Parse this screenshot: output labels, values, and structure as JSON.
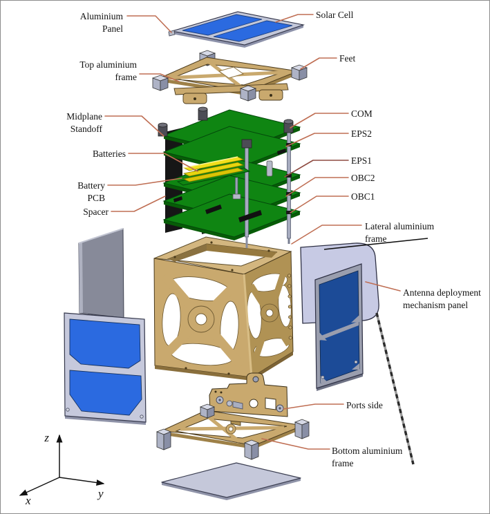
{
  "diagram": {
    "type": "exploded-view",
    "subject": "CubeSat structure exploded view with component callouts",
    "labels": {
      "aluminium_panel_1": "Aluminium",
      "aluminium_panel_2": "Panel",
      "solar_cell": "Solar Cell",
      "top_frame_1": "Top aluminium",
      "top_frame_2": "frame",
      "feet": "Feet",
      "midplane_1": "Midplane",
      "midplane_2": "Standoff",
      "com": "COM",
      "eps2": "EPS2",
      "batteries": "Batteries",
      "eps1": "EPS1",
      "battery_pcb_1": "Battery",
      "battery_pcb_2": "PCB",
      "obc2": "OBC2",
      "spacer": "Spacer",
      "obc1": "OBC1",
      "lateral_frame_1": "Lateral aluminium",
      "lateral_frame_2": "frame",
      "antenna_panel_1": "Antenna deployment",
      "antenna_panel_2": "mechanism panel",
      "ports_side": "Ports side",
      "bottom_frame_1": "Bottom aluminium",
      "bottom_frame_2": "frame"
    },
    "axes": {
      "x": "x",
      "y": "y",
      "z": "z"
    },
    "colors": {
      "leader_line": "#bf6e53",
      "leader_line_dark": "#8e4a40",
      "solar_cell_blue": "#2b6ae0",
      "solar_cell_navy": "#1c4b97",
      "pcb_green": "#0f8512",
      "pcb_green_edge": "#075c07",
      "battery_yellow": "#f0df1a",
      "aluminium_tan": "#c9a96e",
      "aluminium_tan_dark": "#9e8148",
      "panel_lavender": "#c6c9dc",
      "metal_grey": "#a6abbf",
      "spacer_black": "#161616"
    },
    "components": [
      "Aluminium Panel",
      "Solar Cell",
      "Top aluminium frame",
      "Feet",
      "Midplane Standoff",
      "COM",
      "EPS2",
      "Batteries",
      "EPS1",
      "Battery PCB",
      "OBC2",
      "Spacer",
      "OBC1",
      "Lateral aluminium frame",
      "Antenna deployment mechanism panel",
      "Ports side",
      "Bottom aluminium frame"
    ]
  }
}
